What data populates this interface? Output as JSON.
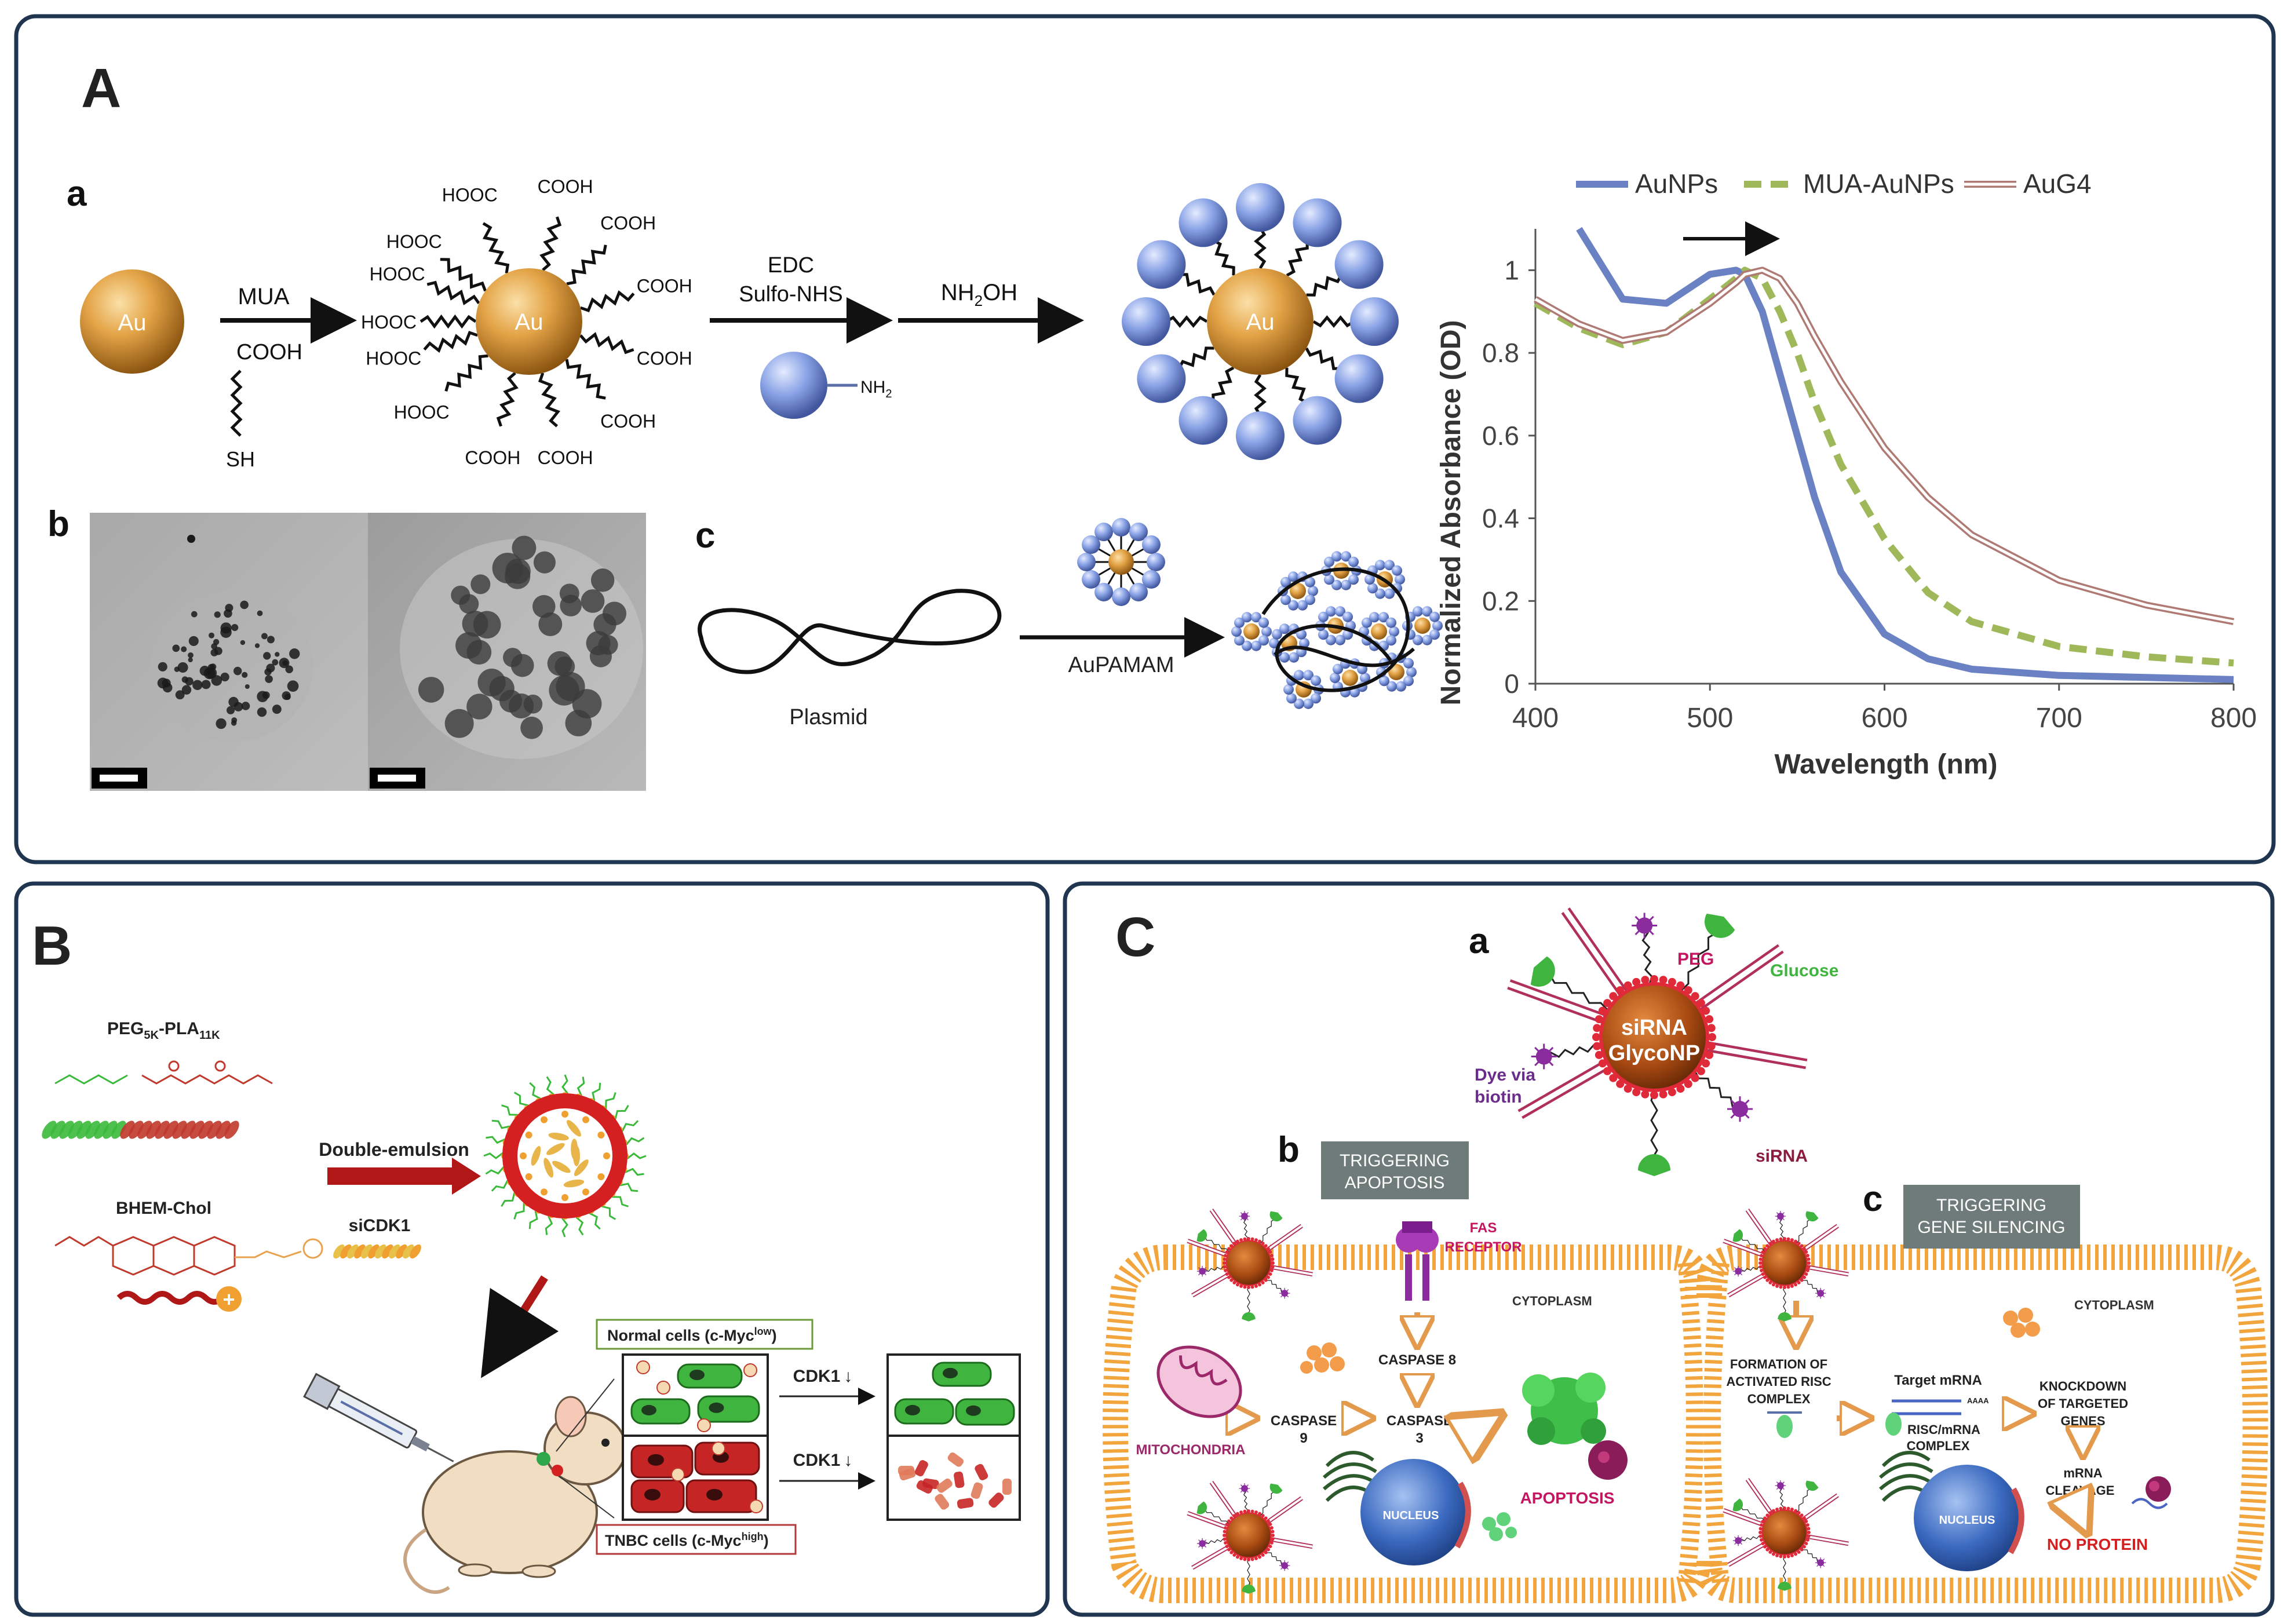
{
  "panels": {
    "A": {
      "letter": "A",
      "sub_a": {
        "letter": "a",
        "au": "Au",
        "mua": "MUA",
        "cooh": "COOH",
        "sh": "SH",
        "hooc": "HOOC",
        "edc": "EDC",
        "sulfo": "Sulfo-NHS",
        "nh2": "NH",
        "nh2_sub": "2",
        "nh2oh_nh": "NH",
        "nh2oh_sub": "2",
        "nh2oh_oh": "OH"
      },
      "sub_b": {
        "letter": "b"
      },
      "sub_c": {
        "letter": "c",
        "plasmid": "Plasmid",
        "aupamam": "AuPAMAM"
      }
    },
    "B": {
      "letter": "B",
      "peg_main": "PEG",
      "peg_sub1": "5K",
      "peg_mid": "-PLA",
      "peg_sub2": "11K",
      "bhem": "BHEM-Chol",
      "double_emulsion": "Double-emulsion",
      "sicdk1": "siCDK1",
      "normal_main": "Normal cells (c-Myc",
      "normal_sup": "low",
      "normal_end": ")",
      "tnbc_main": "TNBC cells (c-Myc",
      "tnbc_sup": "high",
      "tnbc_end": ")",
      "cdk1_1": "CDK1",
      "cdk1_2": "CDK1",
      "down_arrow": "↓"
    },
    "C": {
      "letter": "C",
      "sub_a": {
        "letter": "a",
        "peg": "PEG",
        "glucose": "Glucose",
        "sirna_l1": "siRNA",
        "sirna_l2": "GlycoNP",
        "dye_l1": "Dye via",
        "dye_l2": "biotin",
        "sirna": "siRNA"
      },
      "sub_b": {
        "letter": "b",
        "box_l1": "TRIGGERING",
        "box_l2": "APOPTOSIS",
        "fas_l1": "FAS",
        "fas_l2": "RECEPTOR",
        "cytoplasm": "CYTOPLASM",
        "caspase8": "CASPASE 8",
        "caspase9_l1": "CASPASE",
        "caspase9_l2": "9",
        "caspase3_l1": "CASPASE",
        "caspase3_l2": "3",
        "mitochondria": "MITOCHONDRIA",
        "nucleus": "NUCLEUS",
        "apoptosis": "APOPTOSIS"
      },
      "sub_c": {
        "letter": "c",
        "box_l1": "TRIGGERING",
        "box_l2": "GENE SILENCING",
        "cytoplasm": "CYTOPLASM",
        "risc_l1": "FORMATION OF",
        "risc_l2": "ACTIVATED RISC",
        "risc_l3": "COMPLEX",
        "target": "Target mRNA",
        "aaaa": "AAAA",
        "complex_l1": "RISC/mRNA",
        "complex_l2": "COMPLEX",
        "knock_l1": "KNOCKDOWN",
        "knock_l2": "OF TARGETED",
        "knock_l3": "GENES",
        "cleave_l1": "mRNA",
        "cleave_l2": "CLEAVAGE",
        "nucleus": "NUCLEUS",
        "no_protein": "NO PROTEIN"
      }
    }
  },
  "colors": {
    "frame": "#1f3550",
    "gold": "#d48f2a",
    "blue_sphere": "#7f9be0",
    "series_blue": "#6a82c4",
    "series_green": "#9eb85a",
    "series_rose": "#b07a74",
    "red_np": "#d42020",
    "dark_red": "#b01818",
    "green": "#3fb43f",
    "orange": "#e9a34f",
    "purple": "#8b2c9e",
    "magenta": "#c41561"
  },
  "chart_data": {
    "type": "line",
    "xlabel": "Wavelength (nm)",
    "ylabel": "Normalized Absorbance (OD)",
    "xlim": [
      400,
      800
    ],
    "ylim": [
      0,
      1.1
    ],
    "xticks": [
      400,
      500,
      600,
      700,
      800
    ],
    "yticks": [
      0,
      0.2,
      0.4,
      0.6,
      0.8,
      1
    ],
    "grid": false,
    "legend_position": "top",
    "x": [
      400,
      425,
      450,
      475,
      500,
      515,
      520,
      530,
      540,
      550,
      560,
      575,
      600,
      625,
      650,
      700,
      750,
      800
    ],
    "series": [
      {
        "name": "AuNPs",
        "style": "solid",
        "color": "#6a82c4",
        "values": [
          null,
          1.12,
          0.93,
          0.92,
          0.99,
          1.0,
          0.99,
          0.9,
          0.75,
          0.6,
          0.45,
          0.27,
          0.12,
          0.06,
          0.035,
          0.02,
          0.015,
          0.01
        ]
      },
      {
        "name": "MUA-AuNPs",
        "style": "dashed",
        "color": "#9eb85a",
        "values": [
          0.92,
          0.86,
          0.82,
          0.85,
          0.93,
          0.98,
          1.0,
          0.98,
          0.9,
          0.8,
          0.68,
          0.53,
          0.35,
          0.22,
          0.15,
          0.09,
          0.065,
          0.05
        ]
      },
      {
        "name": "AuG4",
        "style": "double",
        "color": "#b07a74",
        "values": [
          0.93,
          0.87,
          0.83,
          0.85,
          0.92,
          0.97,
          0.99,
          1.0,
          0.98,
          0.92,
          0.84,
          0.73,
          0.57,
          0.45,
          0.36,
          0.25,
          0.19,
          0.15
        ]
      }
    ],
    "annotation": "arrow pointing right (red-shift)"
  }
}
